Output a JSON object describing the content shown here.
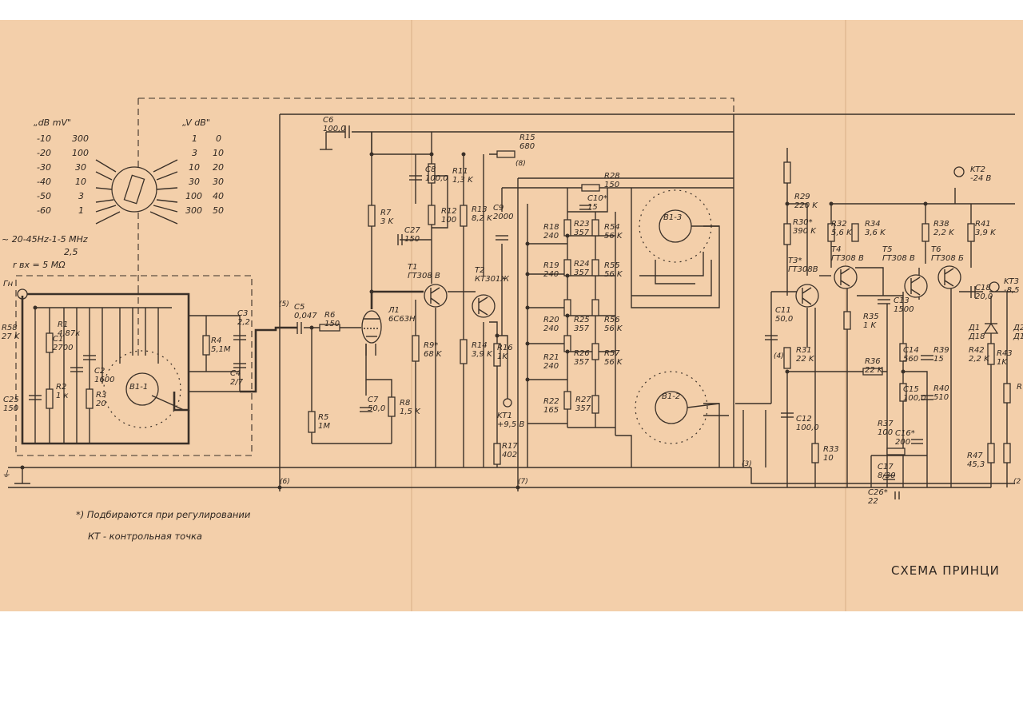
{
  "switch_table": {
    "left_header": "„dB    mV\"",
    "right_header": "„V    dB\"",
    "left_rows": [
      [
        "-10",
        "300"
      ],
      [
        "-20",
        "100"
      ],
      [
        "-30",
        "30"
      ],
      [
        "-40",
        "10"
      ],
      [
        "-50",
        "3"
      ],
      [
        "-60",
        "1"
      ]
    ],
    "right_rows": [
      [
        "1",
        "0"
      ],
      [
        "3",
        "10"
      ],
      [
        "10",
        "20"
      ],
      [
        "30",
        "30"
      ],
      [
        "100",
        "40"
      ],
      [
        "300",
        "50"
      ]
    ]
  },
  "spec": {
    "freq": "~ 20-45Hz-1-5 MHz",
    "freq_tol": "2,5",
    "rin": "r вх = 5 MΩ",
    "input": "Гн",
    "ground": "⏚"
  },
  "notes": {
    "selected": "*) Подбираются при регулировании",
    "kt": "КТ - контрольная точка",
    "title": "СХЕМА ПРИНЦИ"
  },
  "nodes": {
    "n5": "(5)",
    "n6": "(6)",
    "n7": "(7)",
    "n8": "(8)",
    "n4": "(4)",
    "n3": "(3)",
    "n2": "(2"
  },
  "labels": [
    {
      "id": "r58",
      "a": "R58",
      "b": "27 K"
    },
    {
      "id": "c25",
      "a": "C25",
      "b": "150"
    },
    {
      "id": "r1",
      "a": "R1",
      "b": "4,87к"
    },
    {
      "id": "c1",
      "a": "C1",
      "b": "2700"
    },
    {
      "id": "r2",
      "a": "R2",
      "b": "1 к"
    },
    {
      "id": "c2",
      "a": "C2",
      "b": "1600"
    },
    {
      "id": "r3",
      "a": "R3",
      "b": "20"
    },
    {
      "id": "b11",
      "a": "B1-1",
      "b": ""
    },
    {
      "id": "r4",
      "a": "R4",
      "b": "5,1M"
    },
    {
      "id": "c3",
      "a": "C3",
      "b": "2,2"
    },
    {
      "id": "c4",
      "a": "C4",
      "b": "2/7"
    },
    {
      "id": "c5",
      "a": "C5",
      "b": "0,047"
    },
    {
      "id": "r6",
      "a": "R6",
      "b": "150"
    },
    {
      "id": "r5",
      "a": "R5",
      "b": "1M"
    },
    {
      "id": "l1",
      "a": "Л1",
      "b": "6С63Н"
    },
    {
      "id": "c7",
      "a": "C7",
      "b": "50,0"
    },
    {
      "id": "r8",
      "a": "R8",
      "b": "1,5 K"
    },
    {
      "id": "r7",
      "a": "R7",
      "b": "3 K"
    },
    {
      "id": "c6",
      "a": "C6",
      "b": "100,0"
    },
    {
      "id": "r15",
      "a": "R15",
      "b": "680"
    },
    {
      "id": "c8",
      "a": "C8",
      "b": "100,0"
    },
    {
      "id": "r11",
      "a": "R11",
      "b": "1,3 K"
    },
    {
      "id": "r12",
      "a": "R12",
      "b": "100"
    },
    {
      "id": "c27",
      "a": "C27",
      "b": "150"
    },
    {
      "id": "t1",
      "a": "T1",
      "b": "ГТ308 В"
    },
    {
      "id": "r9",
      "a": "R9*",
      "b": "68 K"
    },
    {
      "id": "r13",
      "a": "R13",
      "b": "8,2 K"
    },
    {
      "id": "c9",
      "a": "C9",
      "b": "2000"
    },
    {
      "id": "t2",
      "a": "T2",
      "b": "КТ301Ж"
    },
    {
      "id": "r14",
      "a": "R14",
      "b": "3,9 K"
    },
    {
      "id": "r16",
      "a": "R16",
      "b": "1K"
    },
    {
      "id": "kt1",
      "a": "KT1",
      "b": "+9,5 B"
    },
    {
      "id": "r17",
      "a": "R17",
      "b": "402"
    },
    {
      "id": "r28",
      "a": "R28",
      "b": "150"
    },
    {
      "id": "c10",
      "a": "C10*",
      "b": "15"
    },
    {
      "id": "r18",
      "a": "R18",
      "b": "240"
    },
    {
      "id": "r23",
      "a": "R23",
      "b": "357"
    },
    {
      "id": "r54",
      "a": "R54",
      "b": "56 K"
    },
    {
      "id": "r19",
      "a": "R19",
      "b": "240"
    },
    {
      "id": "r24",
      "a": "R24",
      "b": "357"
    },
    {
      "id": "r55",
      "a": "R55",
      "b": "56 K"
    },
    {
      "id": "r20",
      "a": "R20",
      "b": "240"
    },
    {
      "id": "r25",
      "a": "R25",
      "b": "357"
    },
    {
      "id": "r56",
      "a": "R56",
      "b": "56 K"
    },
    {
      "id": "r21",
      "a": "R21",
      "b": "240"
    },
    {
      "id": "r26",
      "a": "R26",
      "b": "357"
    },
    {
      "id": "r57",
      "a": "R57",
      "b": "56 K"
    },
    {
      "id": "r22",
      "a": "R22",
      "b": "165"
    },
    {
      "id": "r27",
      "a": "R27",
      "b": "357"
    },
    {
      "id": "b13",
      "a": "B1-3",
      "b": ""
    },
    {
      "id": "b12",
      "a": "B1-2",
      "b": ""
    },
    {
      "id": "r29",
      "a": "R29",
      "b": "220 K"
    },
    {
      "id": "r30",
      "a": "R30*",
      "b": "390 K"
    },
    {
      "id": "t3",
      "a": "T3*",
      "b": "ГТ308В"
    },
    {
      "id": "c11",
      "a": "C11",
      "b": "50,0"
    },
    {
      "id": "r31",
      "a": "R31",
      "b": "22 K"
    },
    {
      "id": "c12",
      "a": "C12",
      "b": "100,0"
    },
    {
      "id": "r33",
      "a": "R33",
      "b": "10"
    },
    {
      "id": "r32",
      "a": "R32",
      "b": "5,6 K"
    },
    {
      "id": "t4",
      "a": "T4",
      "b": "ГТ308 В"
    },
    {
      "id": "r34",
      "a": "R34",
      "b": "3,6 K"
    },
    {
      "id": "c13",
      "a": "C13",
      "b": "1500"
    },
    {
      "id": "r35",
      "a": "R35",
      "b": "1 K"
    },
    {
      "id": "r36",
      "a": "R36",
      "b": "22 K"
    },
    {
      "id": "c14",
      "a": "C14",
      "b": "560"
    },
    {
      "id": "c15",
      "a": "C15",
      "b": "100,0"
    },
    {
      "id": "t5",
      "a": "T5",
      "b": "ГТ308 В"
    },
    {
      "id": "r37",
      "a": "R37",
      "b": "100"
    },
    {
      "id": "c16",
      "a": "C16*",
      "b": "200"
    },
    {
      "id": "c17",
      "a": "C17",
      "b": "8/30"
    },
    {
      "id": "c26",
      "a": "C26*",
      "b": "22"
    },
    {
      "id": "r38",
      "a": "R38",
      "b": "2,2 K"
    },
    {
      "id": "t6",
      "a": "T6",
      "b": "ГТ308 Б"
    },
    {
      "id": "r39",
      "a": "R39",
      "b": "15"
    },
    {
      "id": "r40",
      "a": "R40",
      "b": "510"
    },
    {
      "id": "r41",
      "a": "R41",
      "b": "3,9 K"
    },
    {
      "id": "kt2",
      "a": "KT2",
      "b": "-24 B"
    },
    {
      "id": "c18",
      "a": "C18",
      "b": "20,0"
    },
    {
      "id": "kt3",
      "a": "KT3",
      "b": "-8,5"
    },
    {
      "id": "d1",
      "a": "Д1",
      "b": "Д18"
    },
    {
      "id": "d2",
      "a": "Д2",
      "b": "Д1"
    },
    {
      "id": "r42",
      "a": "R42",
      "b": "2,2 K"
    },
    {
      "id": "r43",
      "a": "R43",
      "b": "1K"
    },
    {
      "id": "r47",
      "a": "R47",
      "b": "45,3"
    },
    {
      "id": "rx",
      "a": "R",
      "b": ""
    }
  ]
}
